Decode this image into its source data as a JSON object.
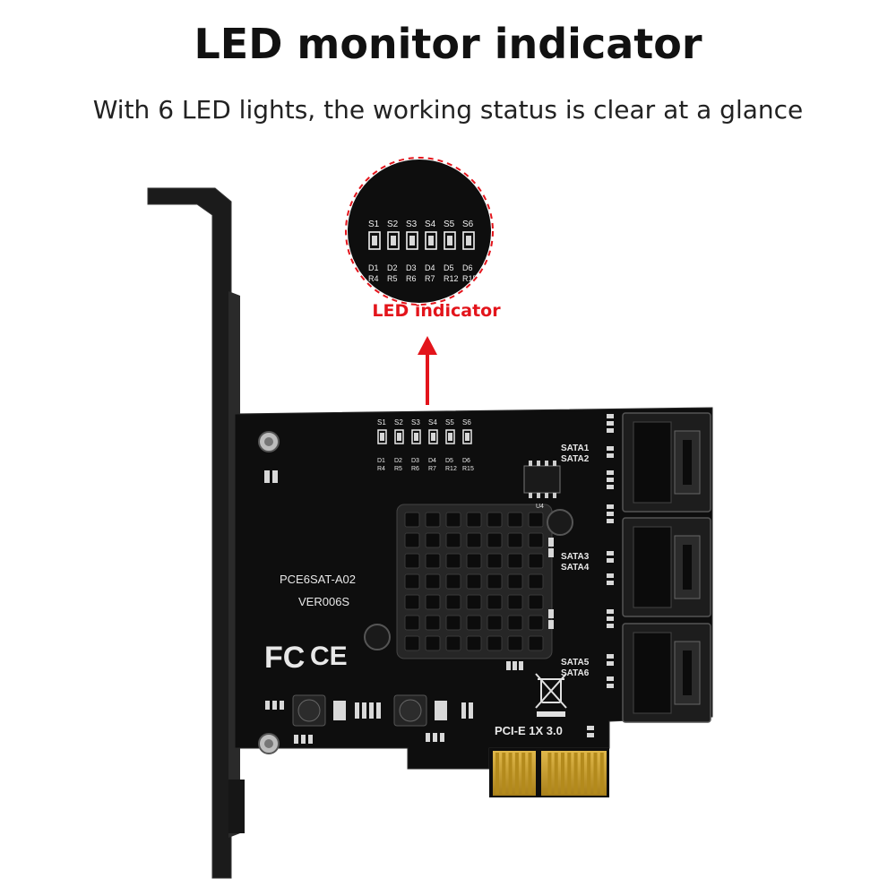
{
  "heading": {
    "title": "LED monitor indicator",
    "subtitle": "With 6 LED lights, the working status is clear at a glance"
  },
  "callout": {
    "label": "LED indicator",
    "color": "#e3141b"
  },
  "led_labels_top": [
    "S1",
    "S2",
    "S3",
    "S4",
    "S5",
    "S6"
  ],
  "led_labels_bottom": [
    "D1",
    "D2",
    "D3",
    "D4",
    "D5",
    "D6"
  ],
  "led_resistor_labels": [
    "R4",
    "R5",
    "R6",
    "R7",
    "R12",
    "R15"
  ],
  "board": {
    "model": "PCE6SAT-A02",
    "version": "VER006S",
    "interface": "PCI-E 1X 3.0",
    "ports": [
      "SATA1",
      "SATA2",
      "SATA3",
      "SATA4",
      "SATA5",
      "SATA6"
    ],
    "chip_label": "U4",
    "marks": [
      "FC",
      "CE"
    ]
  },
  "colors": {
    "pcb": "#0e0e0e",
    "bracket": "#1a1a1a",
    "gold_fingers": "#c9a227",
    "accent_red": "#e3141b"
  }
}
